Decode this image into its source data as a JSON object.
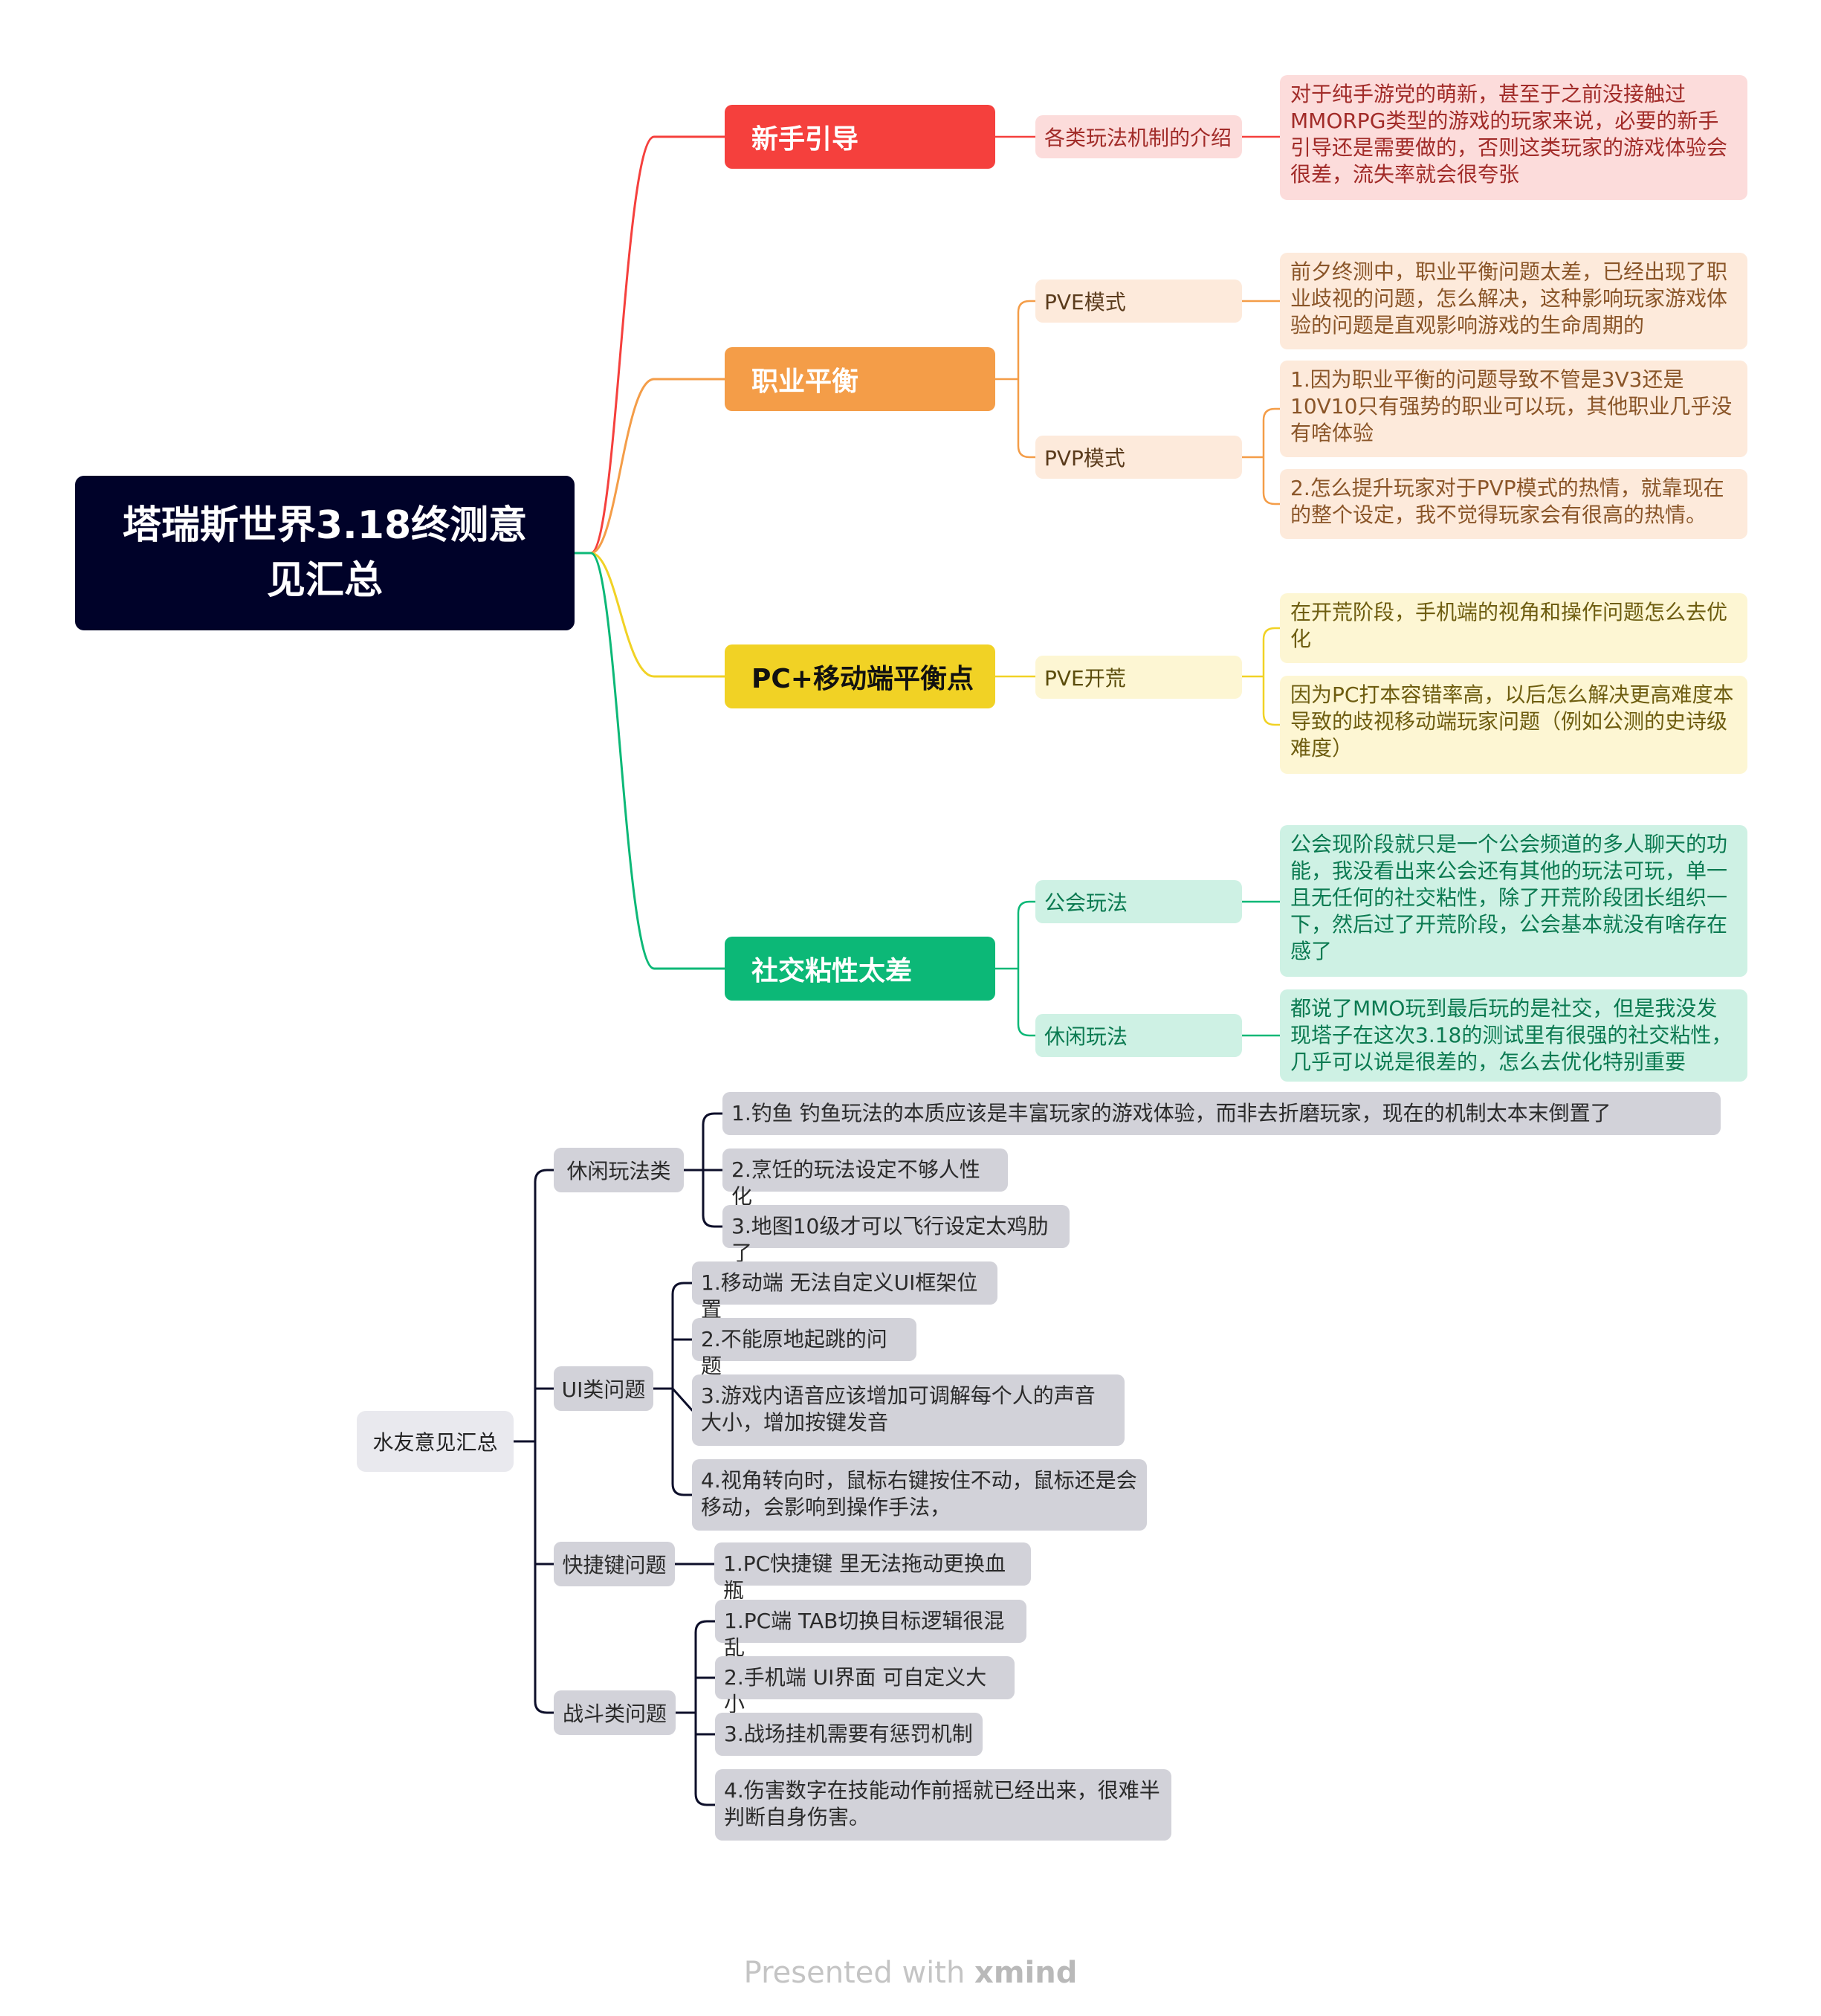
{
  "mindmap": {
    "root": "塔瑞斯世界3.18终测意见汇总",
    "topics": [
      {
        "label": "新手引导",
        "color": "#f5403d",
        "subs": [
          {
            "label": "各类玩法机制的介绍",
            "notes": [
              "对于纯手游党的萌新，甚至于之前没接触过MMORPG类型的游戏的玩家来说，必要的新手引导还是需要做的，否则这类玩家的游戏体验会很差，流失率就会很夸张"
            ]
          }
        ]
      },
      {
        "label": "职业平衡",
        "color": "#f49d48",
        "subs": [
          {
            "label": "PVE模式",
            "notes": [
              "前夕终测中，职业平衡问题太差，已经出现了职业歧视的问题，怎么解决，这种影响玩家游戏体验的问题是直观影响游戏的生命周期的"
            ]
          },
          {
            "label": "PVP模式",
            "notes": [
              "1.因为职业平衡的问题导致不管是3V3还是10V10只有强势的职业可以玩，其他职业几乎没有啥体验",
              "2.怎么提升玩家对于PVP模式的热情，就靠现在的整个设定，我不觉得玩家会有很高的热情。"
            ]
          }
        ]
      },
      {
        "label": "PC+移动端平衡点",
        "color": "#f1d225",
        "subs": [
          {
            "label": "PVE开荒",
            "notes": [
              "在开荒阶段，手机端的视角和操作问题怎么去优化",
              "因为PC打本容错率高，以后怎么解决更高难度本导致的歧视移动端玩家问题（例如公测的史诗级难度）"
            ]
          }
        ]
      },
      {
        "label": "社交粘性太差",
        "color": "#0cb877",
        "subs": [
          {
            "label": "公会玩法",
            "notes": [
              "公会现阶段就只是一个公会频道的多人聊天的功能，我没看出来公会还有其他的玩法可玩，单一且无任何的社交粘性，除了开荒阶段团长组织一下，然后过了开荒阶段，公会基本就没有啥存在感了"
            ]
          },
          {
            "label": "休闲玩法",
            "notes": [
              "都说了MMO玩到最后玩的是社交，但是我没发现塔子在这次3.18的测试里有很强的社交粘性，几乎可以说是很差的，怎么去优化特别重要"
            ]
          }
        ]
      }
    ]
  },
  "feedback": {
    "root": "水友意见汇总",
    "groups": [
      {
        "label": "休闲玩法类",
        "items": [
          "1.钓鱼  钓鱼玩法的本质应该是丰富玩家的游戏体验，而非去折磨玩家，现在的机制太本末倒置了",
          "2.烹饪的玩法设定不够人性化",
          "3.地图10级才可以飞行设定太鸡肋了"
        ]
      },
      {
        "label": "UI类问题",
        "items": [
          "1.移动端 无法自定义UI框架位置",
          "2.不能原地起跳的问题",
          "3.游戏内语音应该增加可调解每个人的声音大小，增加按键发音",
          "4.视角转向时，鼠标右键按住不动，鼠标还是会移动，会影响到操作手法，"
        ]
      },
      {
        "label": "快捷键问题",
        "items": [
          "1.PC快捷键 里无法拖动更换血瓶"
        ]
      },
      {
        "label": "战斗类问题",
        "items": [
          "1.PC端 TAB切换目标逻辑很混乱",
          "2.手机端 UI界面 可自定义大小",
          "3.战场挂机需要有惩罚机制",
          "4.伤害数字在技能动作前摇就已经出来，很难半判断自身伤害。"
        ]
      }
    ]
  },
  "palette": {
    "note_bg": [
      "#fcdcdb",
      "#fdeadb",
      "#fdf6d3",
      "#cef1e4"
    ],
    "note_text": [
      "#a12b28",
      "#8a5528",
      "#6e5d10",
      "#0b7a51"
    ],
    "sub_bg": [
      "#fcdcdb",
      "#fdeadb",
      "#fdf6d3",
      "#cef1e4"
    ],
    "line_dark": "#0d0f2a"
  },
  "footer": {
    "prefix": "Presented with",
    "brand": "xmind"
  }
}
